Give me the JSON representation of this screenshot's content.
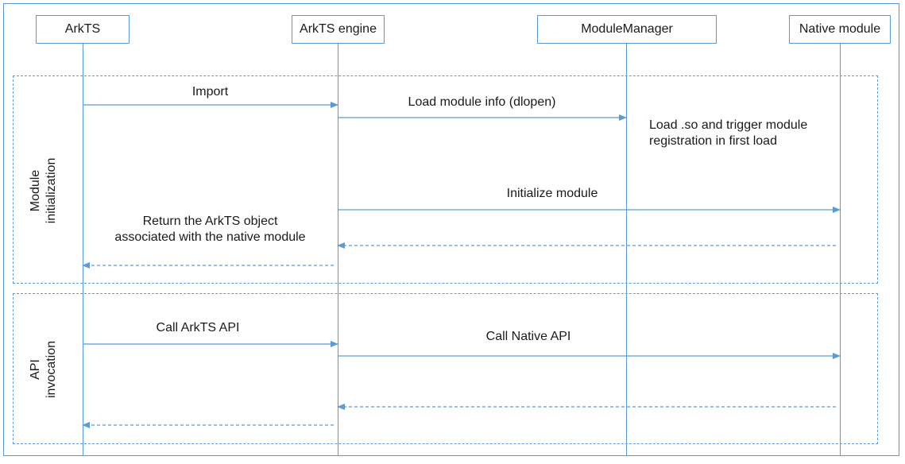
{
  "participants": {
    "arkts": "ArkTS",
    "engine": "ArkTS engine",
    "manager": "ModuleManager",
    "native": "Native module"
  },
  "groups": {
    "init": {
      "line1": "Module",
      "line2": "initialization"
    },
    "api": {
      "line1": "API",
      "line2": "invocation"
    }
  },
  "messages": {
    "import": "Import",
    "load_info": "Load module info (dlopen)",
    "note_line1": "Load .so and trigger module",
    "note_line2": "registration in first load",
    "initialize": "Initialize module",
    "return_line1": "Return the ArkTS object",
    "return_line2": "associated with the native module",
    "call_arkts": "Call ArkTS API",
    "call_native": "Call Native API"
  },
  "colors": {
    "accent": "#5b9bd5"
  }
}
